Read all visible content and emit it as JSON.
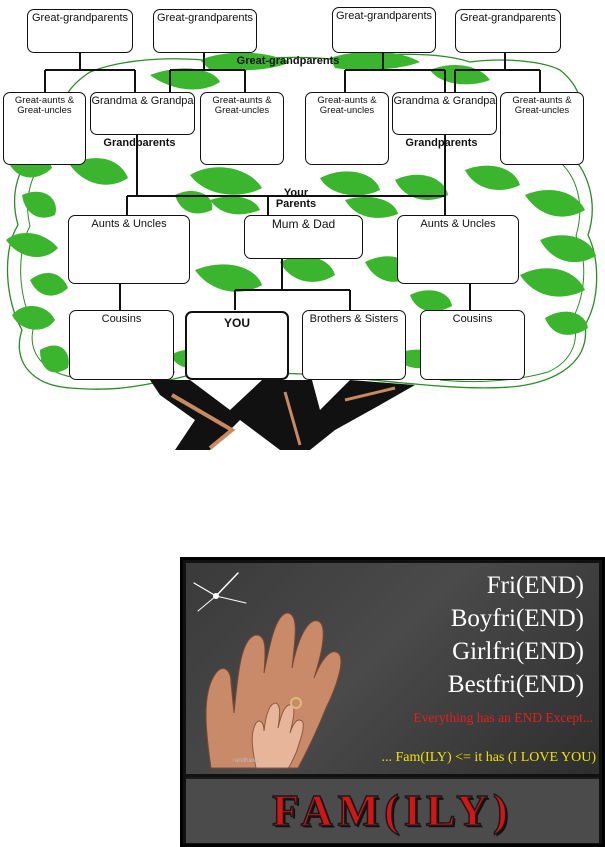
{
  "family_tree": {
    "great_grandparents_boxes": [
      "Great-grandparents",
      "Great-grandparents",
      "Great-grandparents",
      "Great-grandparents"
    ],
    "great_grandparents_label": "Great-grandparents",
    "left_great_aunts": "Great-aunts & Great-uncles",
    "left_grandma_grandpa": "Grandma & Grandpa",
    "mid_left_great_aunts": "Great-aunts & Great-uncles",
    "mid_right_great_aunts": "Great-aunts & Great-uncles",
    "right_grandma_grandpa": "Grandma & Grandpa",
    "right_great_aunts": "Great-aunts & Great-uncles",
    "grandparents_label": "Grandparents",
    "your_parents_label": "Your Parents",
    "left_aunts_uncles": "Aunts & Uncles",
    "mum_dad": "Mum  &  Dad",
    "right_aunts_uncles": "Aunts & Uncles",
    "left_cousins": "Cousins",
    "you": "YOU",
    "brothers_sisters": "Brothers & Sisters",
    "right_cousins": "Cousins",
    "colors": {
      "foliage": "#3cb52e",
      "outline": "#2a8c24",
      "trunk": "#111111",
      "trunk_accent": "#c98a60"
    }
  },
  "poster": {
    "words": [
      "Fri(END)",
      "Boyfri(END)",
      "Girlfri(END)",
      "Bestfri(END)"
    ],
    "except_line": "Everything has an END Except...",
    "tagline": "... Fam(ILY) <= it has (I LOVE YOU)",
    "credit": "randhawa",
    "title": "FAM(ILY)",
    "colors": {
      "title": "#d21515",
      "except": "#e02020",
      "tagline": "#f2e000"
    }
  }
}
